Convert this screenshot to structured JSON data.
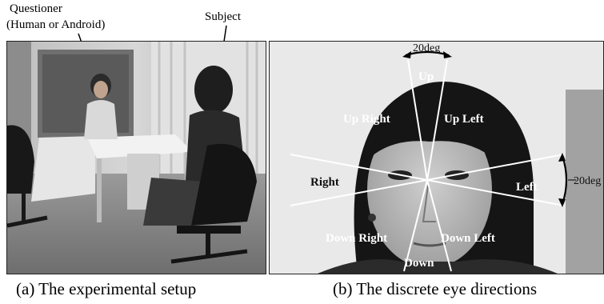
{
  "panel_a": {
    "callout_questioner_line1": "Questioner",
    "callout_questioner_line2": "(Human or Android)",
    "callout_subject": "Subject",
    "caption": "(a) The experimental setup"
  },
  "panel_b": {
    "angle_top": "20deg",
    "angle_side": "20deg",
    "directions": {
      "up": "Up",
      "up_right": "Up Right",
      "up_left": "Up Left",
      "right": "Right",
      "left": "Left",
      "down_right": "Down Right",
      "down": "Down",
      "down_left": "Down Left"
    },
    "caption": "(b) The discrete eye directions"
  },
  "colors": {
    "photo_dark": "#1a1a1a",
    "photo_light": "#d8d8d8",
    "lines": "#ffffff"
  }
}
